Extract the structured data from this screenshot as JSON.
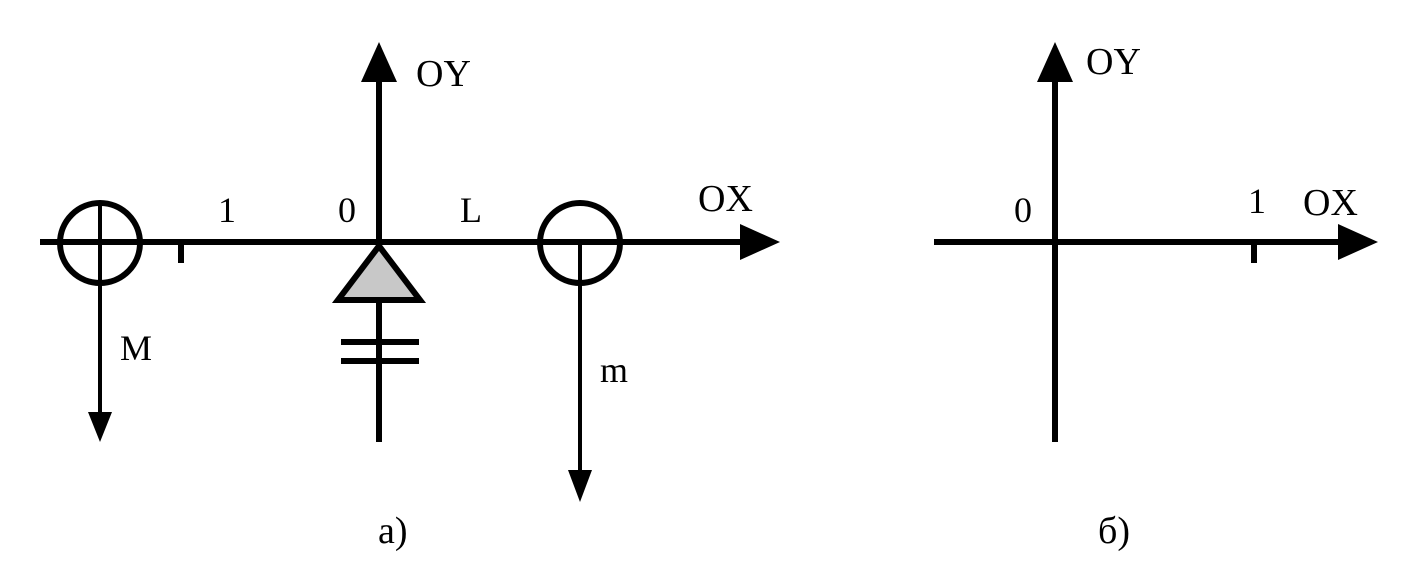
{
  "colors": {
    "ink": "#000000",
    "fulcrum_fill": "#c8c8c8",
    "background": "#ffffff"
  },
  "panel_a": {
    "caption": "а)",
    "axis_y_label": "OY",
    "axis_x_label": "OX",
    "origin_label": "0",
    "tick_left_label": "1",
    "length_label": "L",
    "left_mass_label": "M",
    "right_mass_label": "m"
  },
  "panel_b": {
    "caption": "б)",
    "axis_y_label": "OY",
    "axis_x_label": "OX",
    "origin_label": "0",
    "tick_label": "1"
  }
}
